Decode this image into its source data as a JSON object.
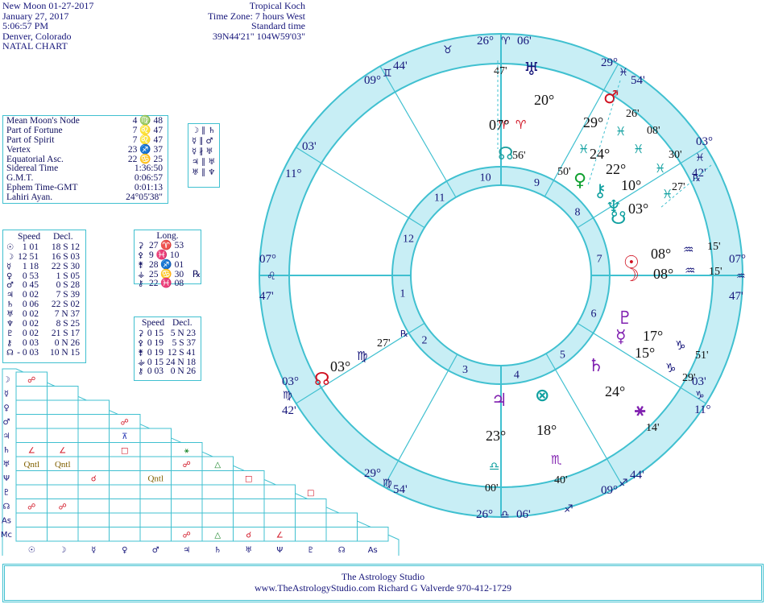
{
  "colors": {
    "accent": "#40c0d0",
    "wheel_fill": "#c8eef5",
    "ink": "#15157a",
    "mars_red": "#d01020",
    "venus_green": "#10a030",
    "pluto_purple": "#8020b0",
    "aspect_red": "#d01020",
    "aspect_green": "#108020",
    "aspect_olive": "#806000"
  },
  "header_left": [
    "New Moon 01-27-2017",
    "January 27, 2017",
    "5:06:57 PM",
    "Denver, Colorado",
    "NATAL CHART"
  ],
  "header_right": [
    "Tropical Koch",
    "Time Zone: 7 hours West",
    "Standard time",
    "39N44'21\"  104W59'03\""
  ],
  "points_table": [
    {
      "name": "Mean Moon's Node",
      "value": "4 ♍ 48"
    },
    {
      "name": "Part of Fortune",
      "value": "7 ♌ 47"
    },
    {
      "name": "Part of Spirit",
      "value": "7 ♌ 47"
    },
    {
      "name": "Vertex",
      "value": "23 ♐ 37"
    },
    {
      "name": "Equatorial Asc.",
      "value": "22 ♋ 25"
    },
    {
      "name": "Sidereal Time",
      "value": "1:36:50"
    },
    {
      "name": "G.M.T.",
      "value": "0:06:57"
    },
    {
      "name": "Ephem Time-GMT",
      "value": "0:01:13"
    },
    {
      "name": "Lahiri Ayan.",
      "value": "24°05'38\""
    }
  ],
  "parallels": [
    "☽ ∥ ♄",
    "☿ ∥ ♂",
    "☿ ∦ ♅",
    "♃ ∥ ♅",
    "♅ ∥ ♆"
  ],
  "speed_header": [
    "Speed",
    "Decl."
  ],
  "speed_table": [
    {
      "planet": "☉",
      "speed": "1 01",
      "decl": "18 S 12"
    },
    {
      "planet": "☽",
      "speed": "12 51",
      "decl": "16 S 03"
    },
    {
      "planet": "☿",
      "speed": "1 18",
      "decl": "22 S 30"
    },
    {
      "planet": "♀",
      "speed": "0 53",
      "decl": "1 S 05"
    },
    {
      "planet": "♂",
      "speed": "0 45",
      "decl": "0 S 28"
    },
    {
      "planet": "♃",
      "speed": "0 02",
      "decl": "7 S 39"
    },
    {
      "planet": "♄",
      "speed": "0 06",
      "decl": "22 S 02"
    },
    {
      "planet": "♅",
      "speed": "0 02",
      "decl": "7 N 37"
    },
    {
      "planet": "♆",
      "speed": "0 02",
      "decl": "8 S 25"
    },
    {
      "planet": "♇",
      "speed": "0 02",
      "decl": "21 S 17"
    },
    {
      "planet": "⚷",
      "speed": "0 03",
      "decl": "0 N 26"
    },
    {
      "planet": "☊",
      "speed": "- 0 03",
      "decl": "10 N 15"
    }
  ],
  "long_header": "Long.",
  "long_table": [
    {
      "body": "⚳",
      "value": "27 ♈ 53",
      "retro": ""
    },
    {
      "body": "⚴",
      "value": "9 ♓ 10",
      "retro": ""
    },
    {
      "body": "⚵",
      "value": "28 ♐ 01",
      "retro": ""
    },
    {
      "body": "⚶",
      "value": "25 ♋ 30",
      "retro": "℞"
    },
    {
      "body": "⚷",
      "value": "22 ♓ 08",
      "retro": ""
    }
  ],
  "speed2_table": [
    {
      "body": "⚳",
      "speed": "0 15",
      "decl": "5 N 23"
    },
    {
      "body": "⚴",
      "speed": "0 19",
      "decl": "5 S 37"
    },
    {
      "body": "⚵",
      "speed": "0 19",
      "decl": "12 S 41"
    },
    {
      "body": "⚶",
      "speed": "- 0 15",
      "decl": "24 N 18"
    },
    {
      "body": "⚷",
      "speed": "0 03",
      "decl": "0 N 26"
    }
  ],
  "aspect_grid": {
    "row_labels": [
      "☽",
      "☿",
      "♀",
      "♂",
      "♃",
      "♄",
      "♅",
      "Ψ",
      "♇",
      "☊",
      "As",
      "Mc"
    ],
    "col_labels": [
      "☉",
      "☽",
      "☿",
      "♀",
      "♂",
      "♃",
      "♄",
      "♅",
      "Ψ",
      "♇",
      "☊",
      "As"
    ],
    "aspects": [
      {
        "row": 0,
        "col": 0,
        "symbol": "☍",
        "color": "red"
      },
      {
        "row": 3,
        "col": 3,
        "symbol": "☍",
        "color": "red"
      },
      {
        "row": 4,
        "col": 3,
        "symbol": "⊼",
        "color": "blue"
      },
      {
        "row": 5,
        "col": 0,
        "symbol": "∠",
        "color": "red"
      },
      {
        "row": 5,
        "col": 1,
        "symbol": "∠",
        "color": "red"
      },
      {
        "row": 5,
        "col": 3,
        "symbol": "□",
        "color": "red"
      },
      {
        "row": 5,
        "col": 5,
        "symbol": "⚹",
        "color": "green"
      },
      {
        "row": 6,
        "col": 0,
        "symbol": "Qntl",
        "color": "olive"
      },
      {
        "row": 6,
        "col": 1,
        "symbol": "Qntl",
        "color": "olive"
      },
      {
        "row": 6,
        "col": 5,
        "symbol": "☍",
        "color": "red"
      },
      {
        "row": 6,
        "col": 6,
        "symbol": "△",
        "color": "green"
      },
      {
        "row": 7,
        "col": 2,
        "symbol": "☌",
        "color": "red"
      },
      {
        "row": 7,
        "col": 4,
        "symbol": "Qntl",
        "color": "olive"
      },
      {
        "row": 7,
        "col": 7,
        "symbol": "□",
        "color": "red"
      },
      {
        "row": 8,
        "col": 9,
        "symbol": "□",
        "color": "red"
      },
      {
        "row": 9,
        "col": 0,
        "symbol": "☍",
        "color": "red"
      },
      {
        "row": 9,
        "col": 1,
        "symbol": "☍",
        "color": "red"
      },
      {
        "row": 11,
        "col": 5,
        "symbol": "☍",
        "color": "red"
      },
      {
        "row": 11,
        "col": 6,
        "symbol": "△",
        "color": "green"
      },
      {
        "row": 11,
        "col": 7,
        "symbol": "☌",
        "color": "red"
      },
      {
        "row": 11,
        "col": 8,
        "symbol": "∠",
        "color": "red"
      }
    ]
  },
  "wheel": {
    "cusps": [
      {
        "id": "asc",
        "deg": "07°",
        "sign": "♌",
        "min": "47'"
      },
      {
        "id": "desc",
        "deg": "07°",
        "sign": "♒",
        "min": "47'"
      },
      {
        "id": "mc",
        "deg": "26°",
        "sign": "♈",
        "min": "06'"
      },
      {
        "id": "ic",
        "deg": "26°",
        "sign": "♎",
        "min": "06'"
      },
      {
        "id": "c11",
        "deg": "09°",
        "sign": "♊",
        "min": "44'"
      },
      {
        "id": "c12",
        "deg": "11°",
        "sign": "",
        "min": "03'"
      },
      {
        "id": "c2",
        "deg": "03°",
        "sign": "♍",
        "min": "42'"
      },
      {
        "id": "c3",
        "deg": "29°",
        "sign": "♍",
        "min": "54'"
      },
      {
        "id": "c5",
        "deg": "09°",
        "sign": "♐",
        "min": "44'"
      },
      {
        "id": "c6",
        "deg": "11°",
        "sign": "♑",
        "min": "03'"
      },
      {
        "id": "c8",
        "deg": "03°",
        "sign": "♓",
        "min": "42'"
      },
      {
        "id": "c9",
        "deg": "29°",
        "sign": "♓",
        "min": "54'"
      }
    ],
    "house_numbers": [
      "1",
      "2",
      "3",
      "4",
      "5",
      "6",
      "7",
      "8",
      "9",
      "10",
      "11",
      "12"
    ],
    "signs_outer": [
      "♉",
      "♐"
    ],
    "planets": [
      {
        "id": "uranus",
        "glyph": "♅",
        "deg": "20°",
        "sign": "♈",
        "min": "47'"
      },
      {
        "id": "chiron_ceres",
        "glyph": "☊",
        "deg": "07°",
        "sign": "♈",
        "min": "56'"
      },
      {
        "id": "mars",
        "glyph": "♂",
        "deg": "29°",
        "sign": "♓",
        "min": "26'"
      },
      {
        "id": "venus",
        "glyph": "♀",
        "deg": "24°",
        "sign": "♓",
        "min": "08'"
      },
      {
        "id": "chiron",
        "glyph": "⚷",
        "deg": "22°",
        "sign": "♓",
        "min": "30'"
      },
      {
        "id": "neptune",
        "glyph": "♆",
        "deg": "10°",
        "sign": "♓",
        "min": "50'"
      },
      {
        "id": "southnode",
        "glyph": "☋",
        "deg": "03°",
        "sign": "♓",
        "min": "27'"
      },
      {
        "id": "sun",
        "glyph": "☉",
        "deg": "08°",
        "sign": "♒",
        "min": "15'"
      },
      {
        "id": "moon",
        "glyph": "☽",
        "deg": "08°",
        "sign": "♒",
        "min": "15'"
      },
      {
        "id": "pluto",
        "glyph": "♇",
        "deg": "17°",
        "sign": "♑",
        "min": "51'"
      },
      {
        "id": "mercury",
        "glyph": "☿",
        "deg": "15°",
        "sign": "♑",
        "min": "29'"
      },
      {
        "id": "saturn",
        "glyph": "♄",
        "deg": "24°",
        "sign": "",
        "min": ""
      },
      {
        "id": "vertex",
        "glyph": "⚹",
        "deg": "",
        "sign": "",
        "min": "14'"
      },
      {
        "id": "jupiter",
        "glyph": "♃",
        "deg": "23°",
        "sign": "♎",
        "min": "00'"
      },
      {
        "id": "pof",
        "glyph": "⊗",
        "deg": "18°",
        "sign": "♏",
        "min": "40'"
      },
      {
        "id": "northnode",
        "glyph": "☊",
        "deg": "03°",
        "sign": "♍",
        "min": "27'"
      }
    ],
    "retro": "℞"
  },
  "footer": {
    "line1": "The Astrology Studio",
    "line2": "www.TheAstrologyStudio.com   Richard G Valverde   970-412-1729"
  }
}
